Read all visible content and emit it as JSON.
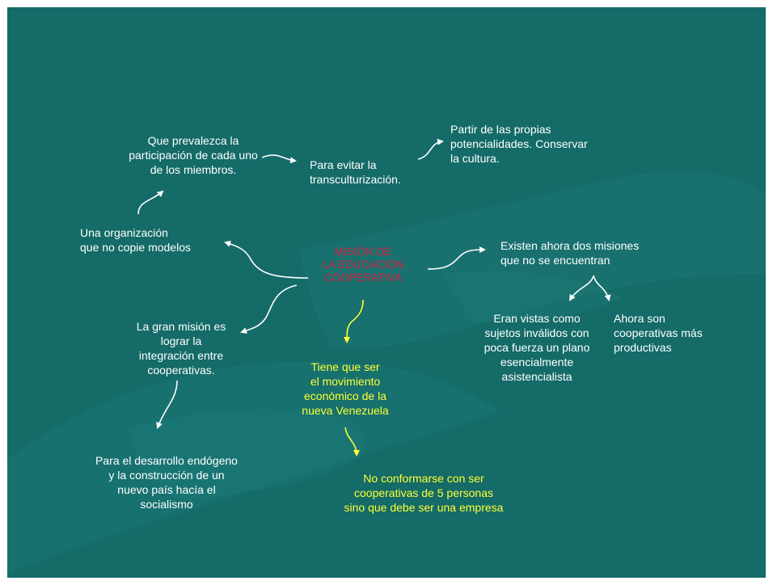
{
  "center": "MISIÓN DE\nLA EDUCACIÓN\nCOOPERATIVA",
  "nodes": {
    "prevalezca": "Que prevalezca la\nparticipación de cada uno\nde los miembros.",
    "transculturizacion": "Para evitar la\ntransculturización.",
    "potencialidades": "Partir de las propias\npotencialidades. Conservar\nla cultura.",
    "organizacion": "Una organización\nque no copie modelos",
    "dos_misiones": "Existen ahora dos misiones\nque no se encuentran",
    "invalidos": "Eran vistas como\nsujetos inválidos con\npoca fuerza un plano\nesencialmente\nasistencialista",
    "productivas": "Ahora son\ncooperativas más\nproductivas",
    "integracion": "La gran misión es\nlograr la\nintegración entre\ncooperativas.",
    "movimiento": "Tiene que ser\nel movimiento\neconómico de la\nnueva Venezuela",
    "endogeno": "Para el desarrollo endógeno\ny la construcción de un\nnuevo país hacía el\nsocialismo",
    "conformarse": "No conformarse con ser\ncooperativas de 5 personas\nsino que debe ser una empresa"
  },
  "colors": {
    "background": "#146b68",
    "text_white": "#ffffff",
    "text_yellow": "#ffff33",
    "text_center": "#d8203c",
    "arrow_white": "#ffffff",
    "arrow_yellow": "#ffff33"
  }
}
